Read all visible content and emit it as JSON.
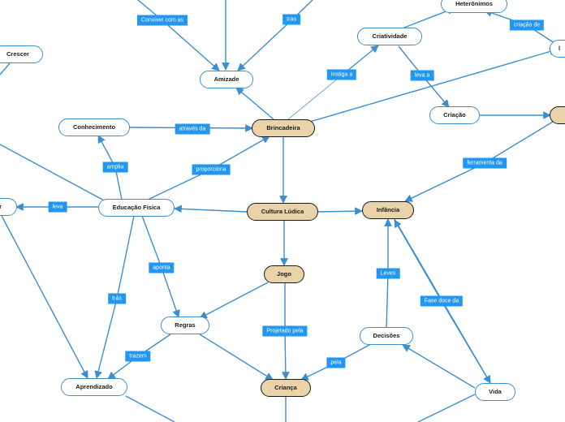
{
  "theme": {
    "edge_color": "#3b8fd0",
    "label_bg": "#2196f3",
    "core_fill": "#ead3a8",
    "node_fill": "#ffffff"
  },
  "nodes": {
    "heteronimos": "Heterônimos",
    "crescer": "Crescer",
    "criatividade": "Criatividade",
    "amizade": "Amizade",
    "brincadeira": "Brincadeira",
    "conhecimento": "Conhecimento",
    "criacao": "Criação",
    "educacao_fisica": "Educação Física",
    "cultura_ludica": "Cultura Lúdica",
    "infancia": "Infância",
    "edge_left": "ar",
    "edge_right": "l",
    "jogo": "Jogo",
    "regras": "Regras",
    "decisoes": "Decisões",
    "aprendizado": "Aprendizado",
    "crianca": "Criança",
    "vida": "Vida"
  },
  "links": {
    "conviver_com_as": "Conviver com as",
    "tras_top": "tras",
    "instiga_a": "Instiga a",
    "leva_a": "leva a",
    "criacao_de": "criação de",
    "atraves_da": "através da",
    "amplia": "amplia",
    "proporciona": "proporciona",
    "ferramenta_da": "ferramenta da",
    "leva": "leva",
    "aponta": "aponta",
    "leves": "Leves",
    "tras_left": "trás",
    "fase_doce_da": "Fase doce da",
    "projetado_pela": "Projetado pela",
    "trazem": "trazem",
    "pela": "pela"
  }
}
